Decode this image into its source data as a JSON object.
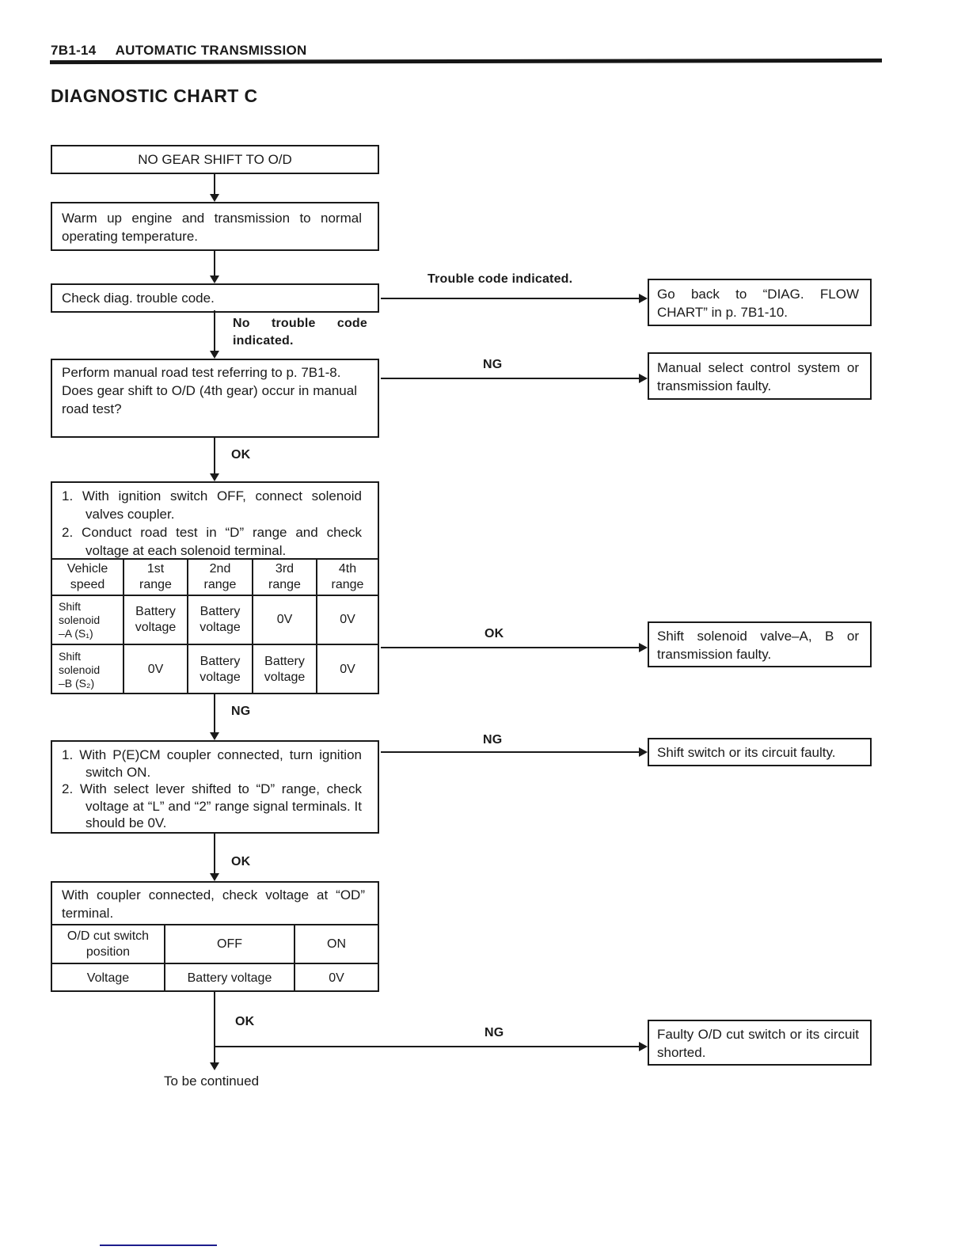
{
  "page": {
    "section_code": "7B1-14",
    "section_title": "AUTOMATIC TRANSMISSION",
    "chart_title": "DIAGNOSTIC CHART C",
    "continuation_note": "To be continued"
  },
  "colors": {
    "ink": "#1a1a1a",
    "footer_accent_line": "#1d1d8c"
  },
  "labels": {
    "ok": "OK",
    "ng": "NG",
    "trouble_code": "Trouble code indicated.",
    "no_trouble_code": "No trouble code indicated."
  },
  "flow": {
    "start": "NO GEAR SHIFT TO O/D",
    "warm_up": "Warm up engine and transmission to normal operating temperature.",
    "check_code": "Check diag. trouble code.",
    "road_test_1": "Perform manual road test referring to p. 7B1-8.",
    "road_test_2": "Does gear shift to O/D (4th gear) occur in manual road test?",
    "solenoid_step_1": "1. With ignition switch OFF, connect solenoid valves coupler.",
    "solenoid_step_2": "2. Conduct road test in “D” range and check voltage at each solenoid terminal.",
    "pecm_step_1": "1. With P(E)CM coupler connected, turn ignition switch ON.",
    "pecm_step_2": "2. With select lever shifted to “D” range, check voltage at “L” and “2” range signal terminals. It should be 0V.",
    "od_check": "With coupler connected, check voltage at “OD” terminal."
  },
  "results": {
    "diag_flow_chart": "Go back to “DIAG. FLOW CHART” in p. 7B1-10.",
    "manual_select": "Manual select control system or transmission faulty.",
    "solenoid_valve": "Shift solenoid valve–A, B or transmission faulty.",
    "shift_switch": "Shift switch or its circuit faulty.",
    "od_cut_switch": "Faulty O/D cut switch or its circuit shorted."
  },
  "solenoid_table": {
    "headers": [
      "Vehicle\nspeed",
      "1st\nrange",
      "2nd\nrange",
      "3rd\nrange",
      "4th\nrange"
    ],
    "rows": [
      {
        "label": "Shift\nsolenoid\n–A (S₁)",
        "values": [
          "Battery\nvoltage",
          "Battery\nvoltage",
          "0V",
          "0V"
        ]
      },
      {
        "label": "Shift\nsolenoid\n–B (S₂)",
        "values": [
          "0V",
          "Battery\nvoltage",
          "Battery\nvoltage",
          "0V"
        ]
      }
    ]
  },
  "od_table": {
    "rows": [
      {
        "cells": [
          "O/D cut switch\nposition",
          "OFF",
          "ON"
        ]
      },
      {
        "cells": [
          "Voltage",
          "Battery voltage",
          "0V"
        ]
      }
    ]
  }
}
